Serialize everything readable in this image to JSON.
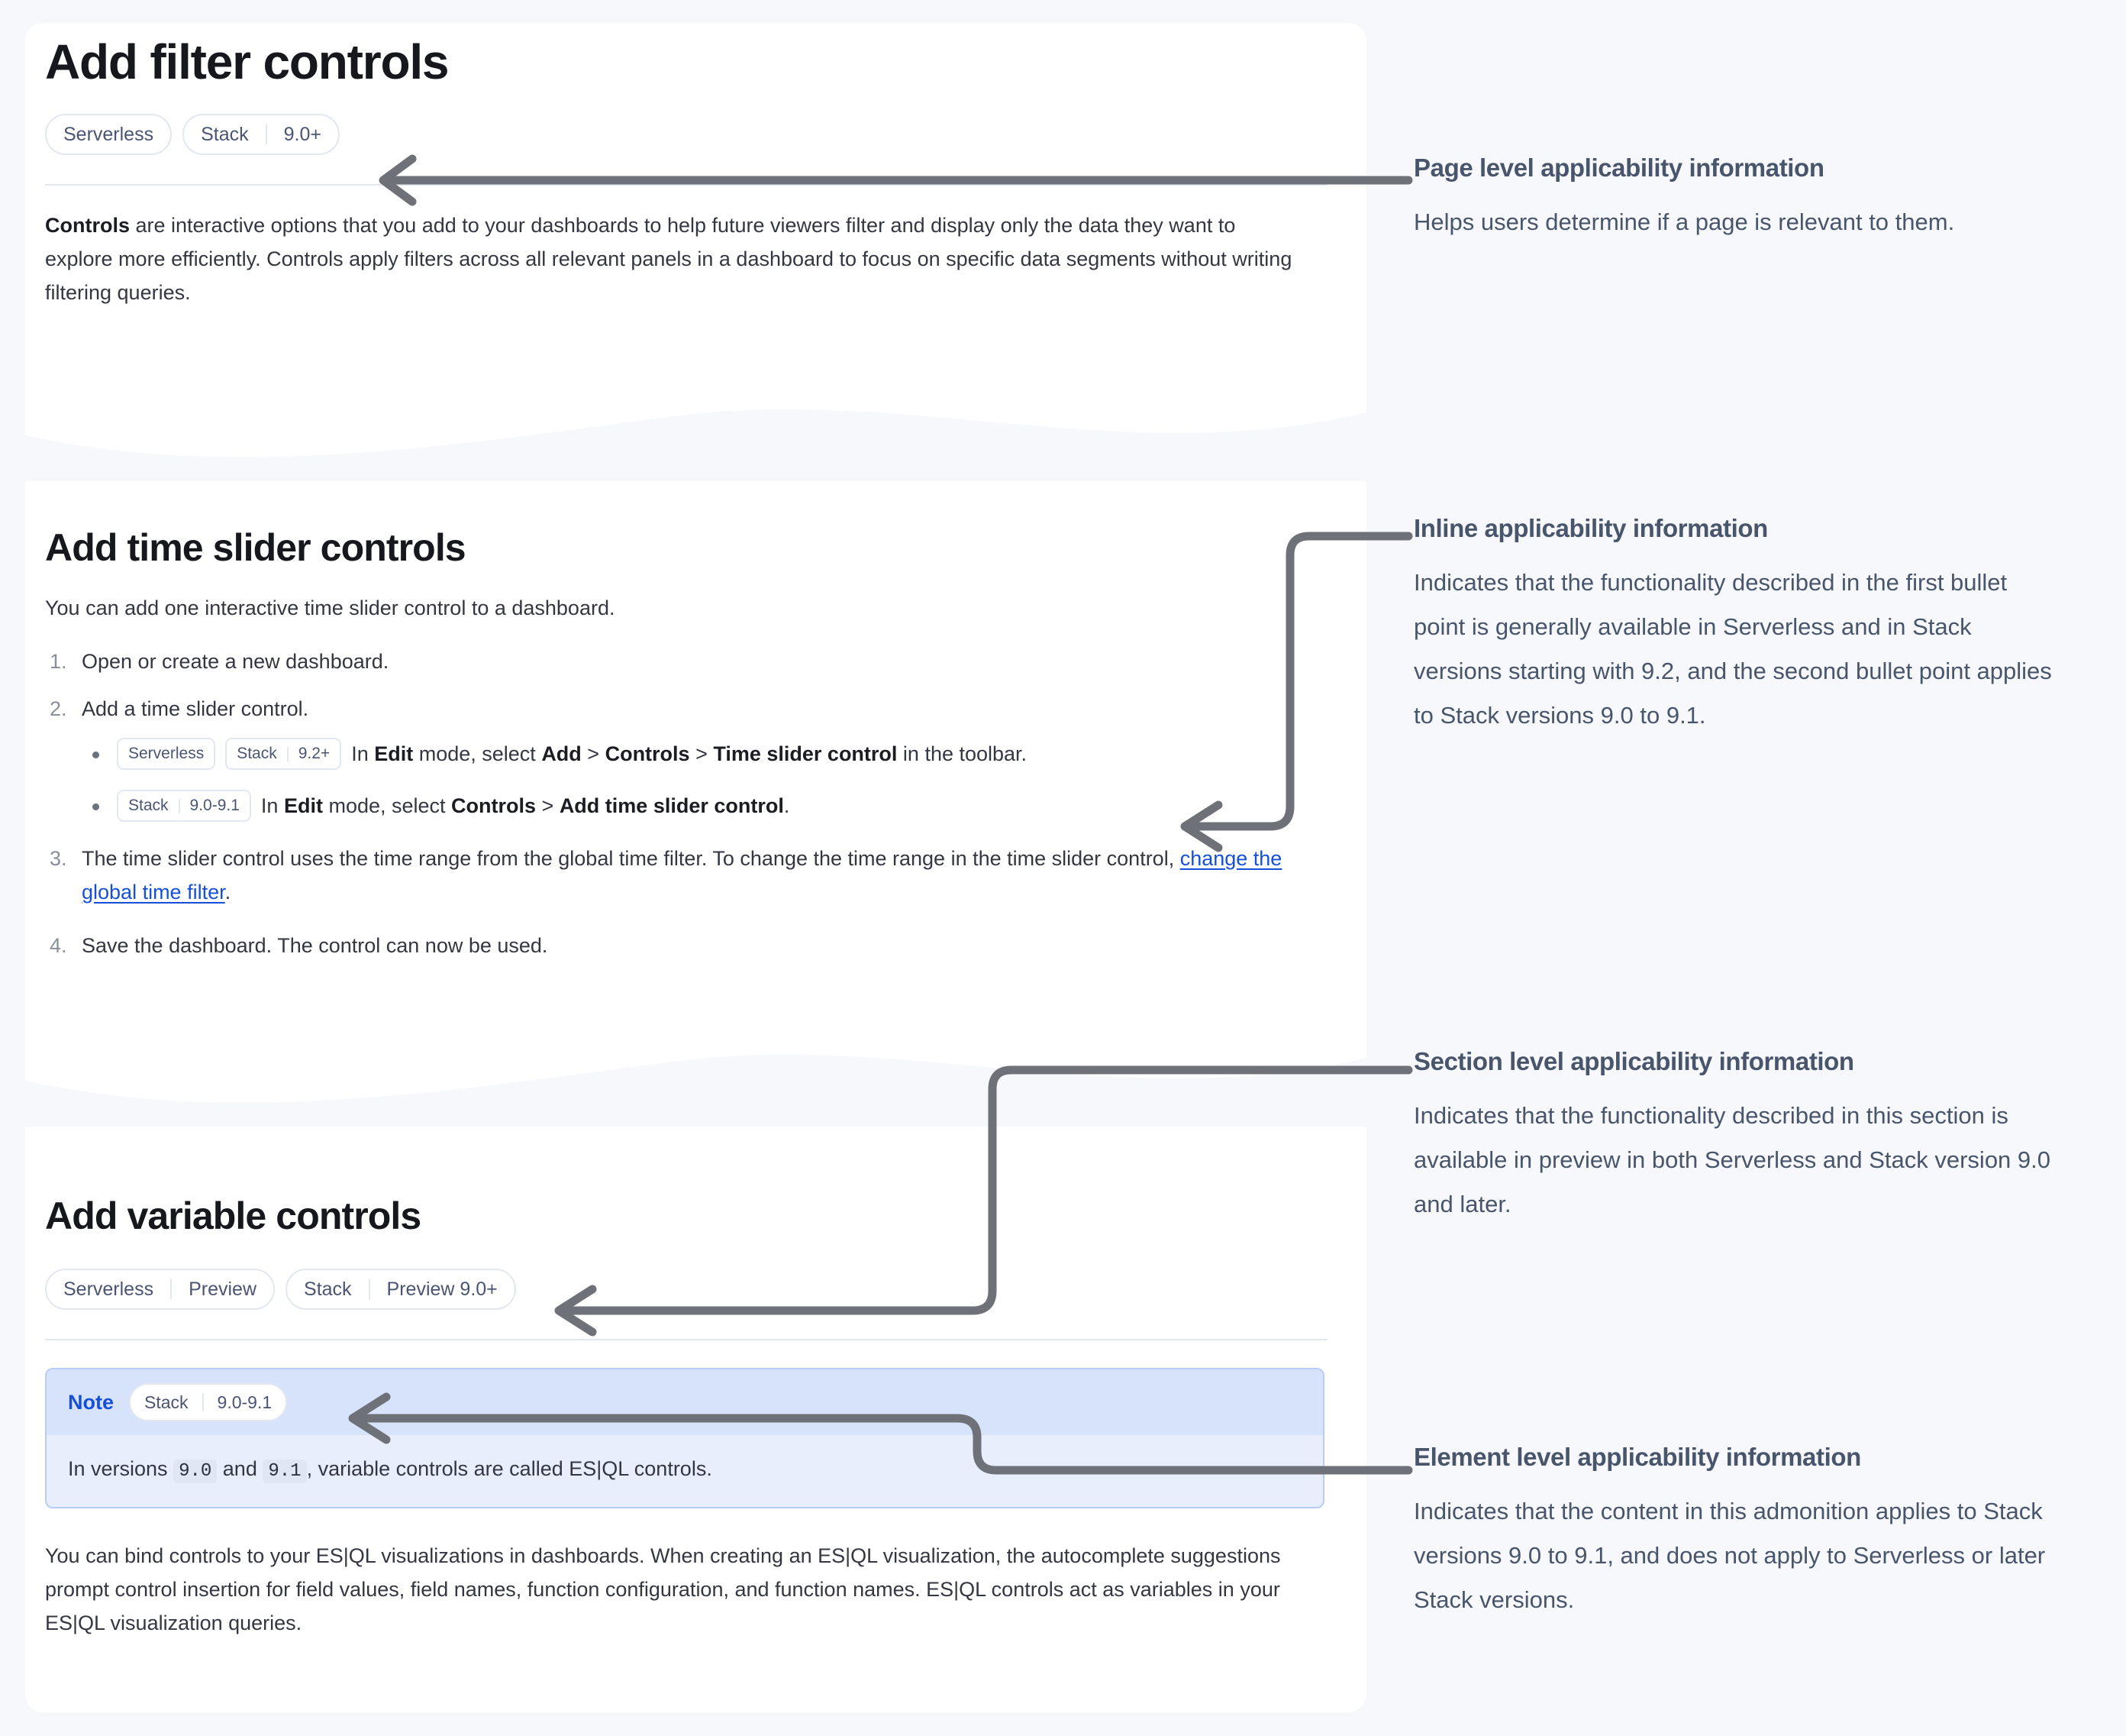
{
  "document": {
    "page_title": "Add filter controls",
    "page_badges": [
      {
        "name": "badge-serverless",
        "segments": [
          "Serverless"
        ]
      },
      {
        "name": "badge-stack-9-0-plus",
        "segments": [
          "Stack",
          "9.0+"
        ]
      }
    ],
    "intro_paragraph": {
      "lead": "Controls",
      "rest": " are interactive options that you add to your dashboards to help future viewers filter and display only the data they want to explore more efficiently. Controls apply filters across all relevant panels in a dashboard to focus on specific data segments without writing filtering queries."
    },
    "section_time_slider": {
      "heading": "Add time slider controls",
      "intro": "You can add one interactive time slider control to a dashboard.",
      "steps": [
        {
          "text": "Open or create a new dashboard."
        },
        {
          "text": "Add a time slider control."
        },
        {
          "text_before_link": "The time slider control uses the time range from the global time filter. To change the time range in the time slider control, ",
          "link_text": "change the global time filter",
          "text_after_link": "."
        },
        {
          "text": "Save the dashboard. The control can now be used."
        }
      ],
      "bullets": [
        {
          "badges": [
            {
              "name": "badge-serverless",
              "segments": [
                "Serverless"
              ]
            },
            {
              "name": "badge-stack-9-2-plus",
              "segments": [
                "Stack",
                "9.2+"
              ]
            }
          ],
          "parts": [
            {
              "t": "In ",
              "b": false
            },
            {
              "t": "Edit",
              "b": true
            },
            {
              "t": " mode, select ",
              "b": false
            },
            {
              "t": "Add",
              "b": true
            },
            {
              "t": " > ",
              "b": false
            },
            {
              "t": "Controls",
              "b": true
            },
            {
              "t": " > ",
              "b": false
            },
            {
              "t": "Time slider control",
              "b": true
            },
            {
              "t": " in the toolbar.",
              "b": false
            }
          ]
        },
        {
          "badges": [
            {
              "name": "badge-stack-9-0-9-1",
              "segments": [
                "Stack",
                "9.0-9.1"
              ]
            }
          ],
          "parts": [
            {
              "t": "In ",
              "b": false
            },
            {
              "t": "Edit",
              "b": true
            },
            {
              "t": " mode, select ",
              "b": false
            },
            {
              "t": "Controls",
              "b": true
            },
            {
              "t": " > ",
              "b": false
            },
            {
              "t": "Add time slider control",
              "b": true
            },
            {
              "t": ".",
              "b": false
            }
          ]
        }
      ]
    },
    "section_variable": {
      "heading": "Add variable controls",
      "badges": [
        {
          "name": "badge-serverless-preview",
          "segments": [
            "Serverless",
            "Preview"
          ]
        },
        {
          "name": "badge-stack-preview-9-0-plus",
          "segments": [
            "Stack",
            "Preview 9.0+"
          ]
        }
      ],
      "note": {
        "title": "Note",
        "badge": {
          "name": "badge-stack-9-0-9-1",
          "segments": [
            "Stack",
            "9.0-9.1"
          ]
        },
        "body_parts": [
          {
            "t": "In versions ",
            "code": false
          },
          {
            "t": "9.0",
            "code": true
          },
          {
            "t": " and ",
            "code": false
          },
          {
            "t": "9.1",
            "code": true
          },
          {
            "t": ", variable controls are called ES|QL controls.",
            "code": false
          }
        ]
      },
      "paragraph": "You can bind controls to your ES|QL visualizations in dashboards. When creating an ES|QL visualization, the autocomplete suggestions prompt control insertion for field values, field names, function configuration, and function names. ES|QL controls act as variables in your ES|QL visualization queries."
    }
  },
  "annotations": [
    {
      "id": "page-level",
      "title": "Page level applicability information",
      "text": "Helps users determine if a page is relevant to them."
    },
    {
      "id": "inline",
      "title": "Inline applicability information",
      "text": "Indicates that the functionality described in the first bullet point is generally available in Serverless and in Stack versions starting with 9.2, and the second bullet point applies to Stack versions 9.0 to 9.1."
    },
    {
      "id": "section-level",
      "title": "Section level applicability information",
      "text": "Indicates that the functionality described in this section is available in preview in both Serverless and Stack version 9.0 and later."
    },
    {
      "id": "element-level",
      "title": "Element level applicability information",
      "text": "Indicates that the content in this admonition applies to Stack versions 9.0 to 9.1, and does not apply to Serverless or later Stack versions."
    }
  ],
  "colors": {
    "page_background": "#f6f8fc",
    "card_background": "#ffffff",
    "heading_text": "#16181d",
    "body_text": "#343741",
    "annotation_text": "#49556b",
    "link": "#1750d8",
    "badge_border": "#e3e7f0",
    "badge_text": "#4b5573",
    "note_header": "#d7e3fa",
    "note_body": "#e8eefc",
    "note_border": "#b8cdf5",
    "connector": "#6e7278"
  }
}
